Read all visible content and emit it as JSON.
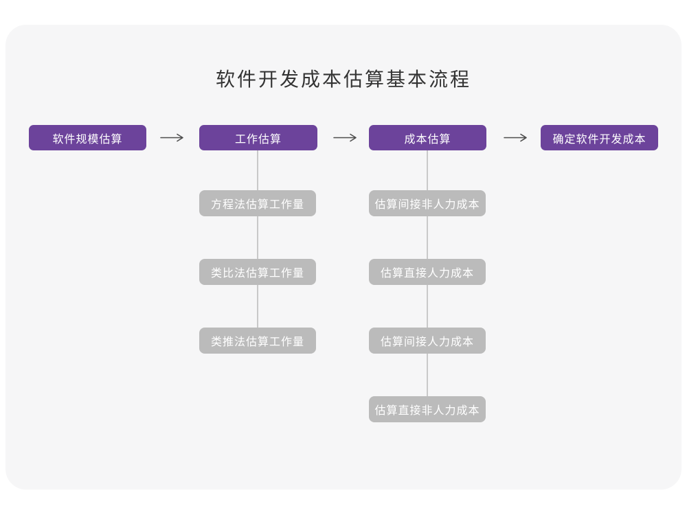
{
  "title": "软件开发成本估算基本流程",
  "flow": {
    "main_steps": [
      {
        "label": "软件规模估算"
      },
      {
        "label": "工作估算"
      },
      {
        "label": "成本估算"
      },
      {
        "label": "确定软件开发成本"
      }
    ],
    "work_methods": [
      {
        "label": "方程法估算工作量"
      },
      {
        "label": "类比法估算工作量"
      },
      {
        "label": "类推法估算工作量"
      }
    ],
    "cost_items": [
      {
        "label": "估算间接非人力成本"
      },
      {
        "label": "估算直接人力成本"
      },
      {
        "label": "估算间接人力成本"
      },
      {
        "label": "估算直接非人力成本"
      }
    ]
  },
  "colors": {
    "primary_purple": "#6C439B",
    "sub_gray": "#BBBBBB",
    "card_background": "#F6F6F7",
    "connector_line": "#C9C9C9",
    "arrow": "#4D4D4D",
    "title_text": "#333333"
  }
}
